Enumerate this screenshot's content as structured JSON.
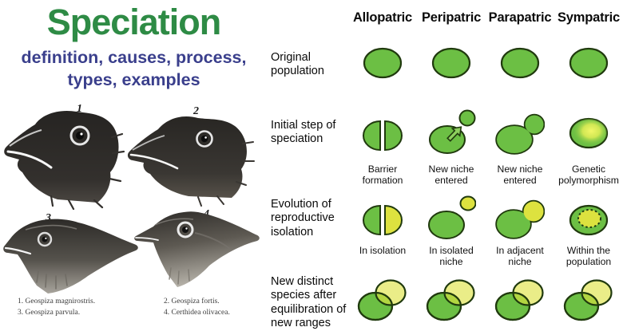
{
  "left_panel": {
    "title": "Speciation",
    "subtitle_line1": "definition, causes, process,",
    "subtitle_line2": "types, examples",
    "finch_numbers": [
      "1",
      "2",
      "3",
      "4"
    ],
    "finch_names": [
      "Geospiza magnirostris",
      "Geospiza fortis",
      "Geospiza parvula",
      "Certhidea olivacea"
    ],
    "captions": {
      "col1_line1": "1.  Geospiza magnirostris.",
      "col1_line2": "3.  Geospiza parvula.",
      "col2_line1": "2.  Geospiza fortis.",
      "col2_line2": "4.  Certhidea olivacea."
    }
  },
  "speciation_table": {
    "column_headers": [
      "Allopatric",
      "Peripatric",
      "Parapatric",
      "Sympatric"
    ],
    "row_labels": [
      "Original population",
      "Initial step of speciation",
      "Evolution of reproductive isolation",
      "New distinct species after equilibration of new ranges"
    ],
    "step_captions": {
      "initial": [
        "Barrier formation",
        "New niche entered",
        "New niche entered",
        "Genetic polymorphism"
      ],
      "evolution": [
        "In isolation",
        "In isolated niche",
        "In adjacent niche",
        "Within the population"
      ]
    },
    "icon_names": {
      "original_row": [
        "population-ellipse-icon",
        "population-ellipse-icon",
        "population-ellipse-icon",
        "population-ellipse-icon"
      ],
      "initial_row": [
        "split-population-icon",
        "budding-population-arrow-icon",
        "fused-bud-population-icon",
        "polymorphism-glow-icon"
      ],
      "evolution_row": [
        "split-two-color-icon",
        "isolated-niche-circle-icon",
        "adjacent-niche-two-color-icon",
        "dashed-inner-population-icon"
      ],
      "final_row": [
        "overlapping-species-icon",
        "overlapping-species-icon",
        "overlapping-species-icon",
        "overlapping-species-icon"
      ]
    },
    "colors": {
      "population_green": "#6cbf44",
      "new_species_yellow": "#dde23f",
      "outline_dark": "#203a0e",
      "title_green": "#2e8b45",
      "subtitle_navy": "#3a3f8c"
    }
  }
}
